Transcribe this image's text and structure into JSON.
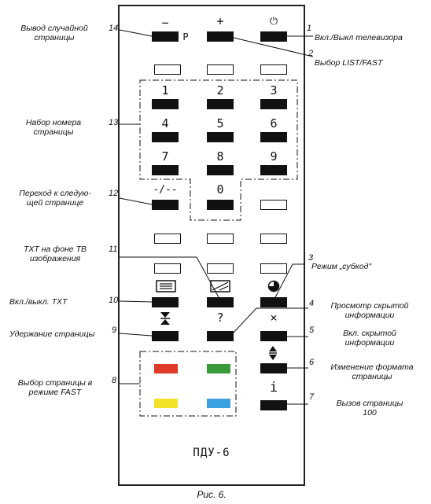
{
  "remote": {
    "model": "ПДУ-6",
    "caption": "Рис. 6.",
    "keys": {
      "minus": "−",
      "p": "P",
      "plus": "+",
      "power": "⏻",
      "d1": "1",
      "d2": "2",
      "d3": "3",
      "d4": "4",
      "d5": "5",
      "d6": "6",
      "d7": "7",
      "d8": "8",
      "d9": "9",
      "dash": "-/--",
      "d0": "0",
      "question": "?",
      "cross": "×",
      "info": "i"
    },
    "colors": {
      "red": "#e03a2a",
      "green": "#3a9a3a",
      "yellow": "#f2e22a",
      "blue": "#3aa0e0"
    }
  },
  "annotations": {
    "n1": "1",
    "a1": "Вкл./Выкл телевизора",
    "n2": "2",
    "a2": "Выбор LIST/FAST",
    "n3": "3",
    "a3": "Режим „субкод\"",
    "n4": "4",
    "a4_1": "Просмотр скрытой",
    "a4_2": "информации",
    "n5": "5",
    "a5_1": "Вкл. скрытой",
    "a5_2": "информации",
    "n6": "6",
    "a6_1": "Изменение формата",
    "a6_2": "страницы",
    "n7": "7",
    "a7_1": "Вызов страницы",
    "a7_2": "100",
    "n8": "8",
    "a8_1": "Выбор страницы в",
    "a8_2": "режиме FAST",
    "n9": "9",
    "a9": "Удержание страницы",
    "n10": "10",
    "a10": "Вкл./выкл. TXT",
    "n11": "11",
    "a11_1": "TXT на фоне ТВ",
    "a11_2": "изображения",
    "n12": "12",
    "a12_1": "Переход к следую-",
    "a12_2": "щей странице",
    "n13": "13",
    "a13_1": "Набор номера",
    "a13_2": "страницы",
    "n14": "14",
    "a14_1": "Вывод случайной",
    "a14_2": "страницы"
  }
}
